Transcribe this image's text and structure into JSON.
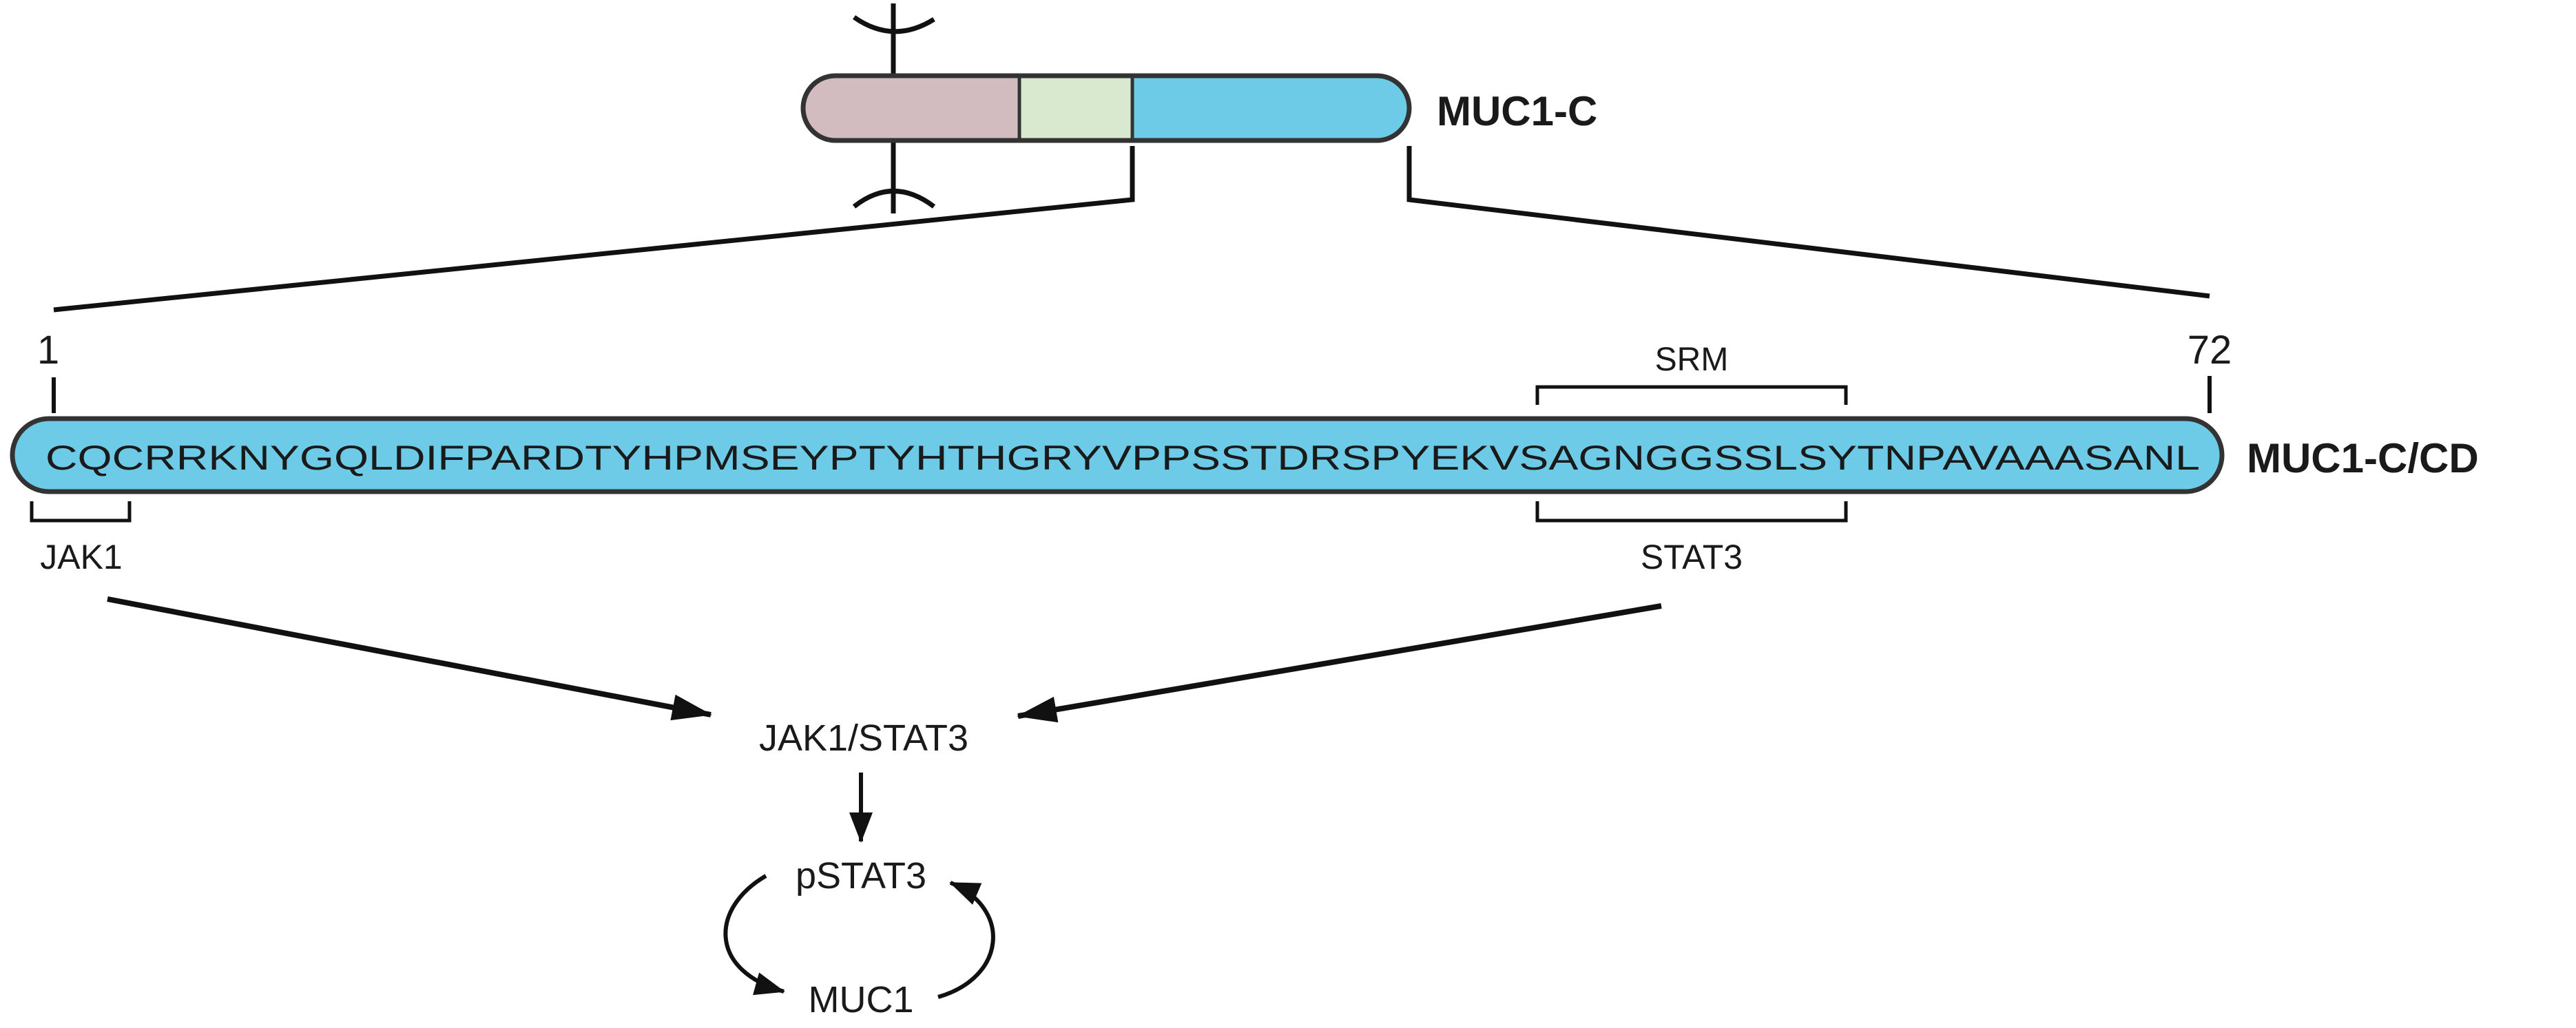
{
  "protein": {
    "label": "MUC1-C",
    "segment_colors": {
      "extracellular": "#d3bcc0",
      "transmembrane": "#d9e9cf",
      "cytoplasmic": "#6dcbe8"
    }
  },
  "cytoplasmic_domain": {
    "label": "MUC1-C/CD",
    "sequence": "CQCRRKNYGQLDIFPARDTYHPMSEYPTYHTHGRYVPPSSTDRSPYEKVSAGNGGSSLSYTNPAVAAASANL",
    "start_number": "1",
    "end_number": "72",
    "fill_color": "#6dcbe8"
  },
  "motifs": {
    "srm_label": "SRM",
    "jak1_label": "JAK1",
    "stat3_label": "STAT3"
  },
  "pathway": {
    "complex_label": "JAK1/STAT3",
    "pstat3_label": "pSTAT3",
    "muc1_label": "MUC1"
  }
}
